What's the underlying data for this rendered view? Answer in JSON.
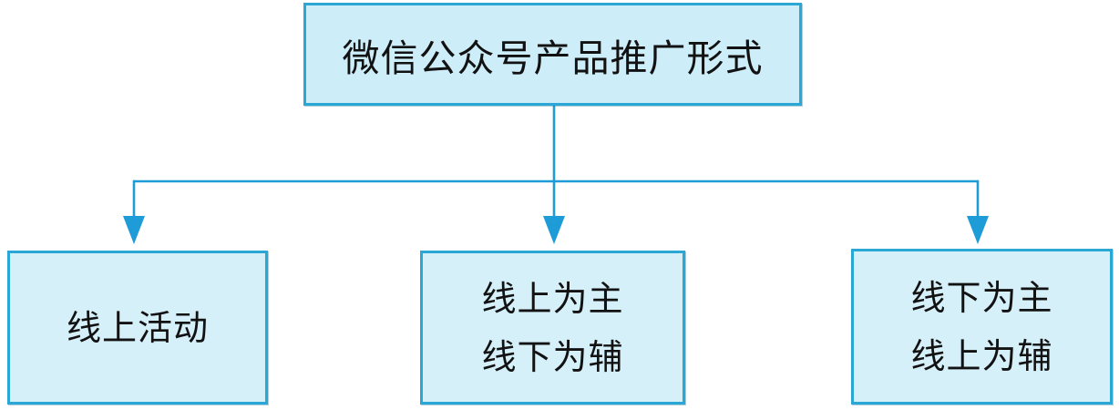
{
  "diagram": {
    "type": "flowchart",
    "root": {
      "label": "微信公众号产品推广形式"
    },
    "children": [
      {
        "label_lines": [
          "线上活动",
          ""
        ]
      },
      {
        "label_lines": [
          "线上为主",
          "线下为辅"
        ]
      },
      {
        "label_lines": [
          "线下为主",
          "线上为辅"
        ]
      }
    ],
    "colors": {
      "root_fill": "#cdedf9",
      "child_fill": "#d6f0fa",
      "node_border": "#2aa7d4",
      "connector": "#1e9cd7",
      "text": "#121212",
      "background": "#ffffff"
    }
  }
}
